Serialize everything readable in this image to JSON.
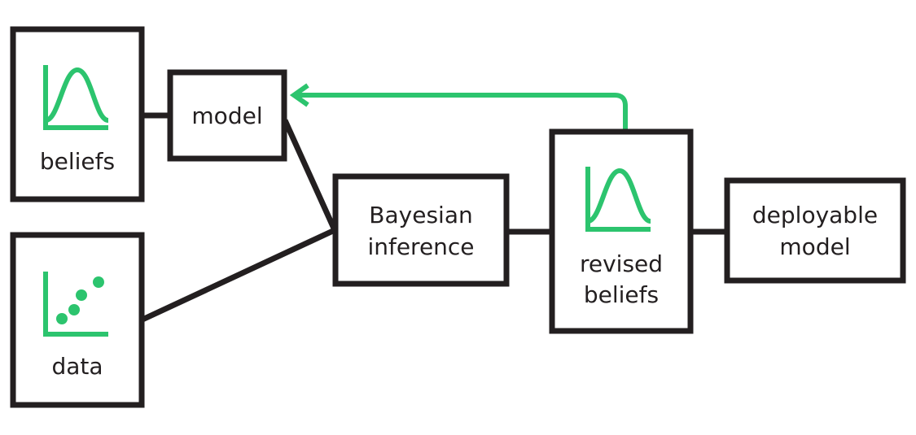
{
  "colors": {
    "ink": "#231f20",
    "accent": "#2cc46e",
    "background": "#ffffff"
  },
  "nodes": {
    "beliefs": {
      "label": "beliefs",
      "icon": "bell-curve-icon"
    },
    "data": {
      "label": "data",
      "icon": "scatter-plot-icon"
    },
    "model": {
      "label": "model"
    },
    "inference": {
      "line1": "Bayesian",
      "line2": "inference"
    },
    "revised": {
      "line1": "revised",
      "line2": "beliefs",
      "icon": "bell-curve-icon"
    },
    "deployable": {
      "line1": "deployable",
      "line2": "model"
    }
  }
}
